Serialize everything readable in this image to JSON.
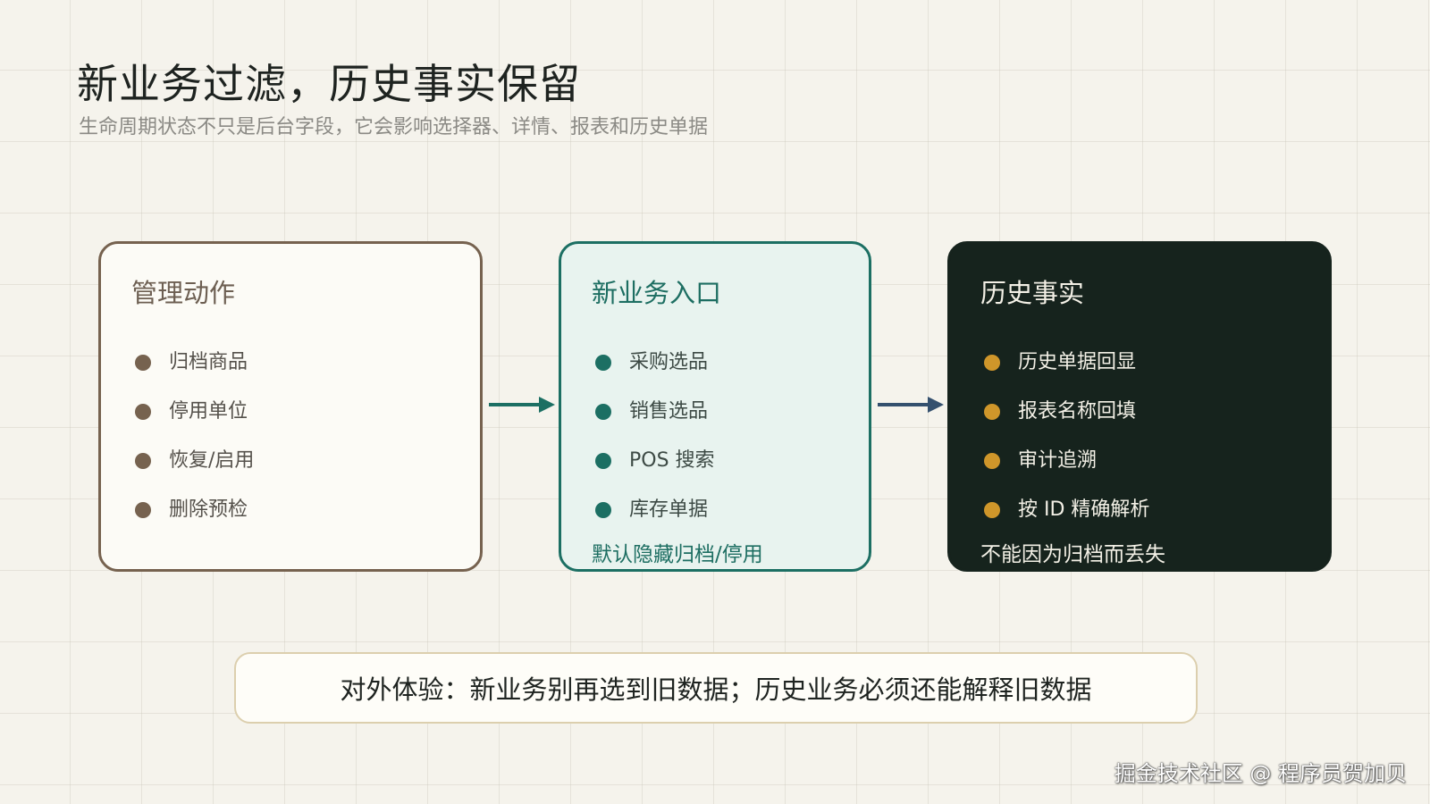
{
  "header": {
    "title": "新业务过滤，历史事实保留",
    "subtitle": "生命周期状态不只是后台字段，它会影响选择器、详情、报表和历史单据"
  },
  "cards": [
    {
      "title": "管理动作",
      "items": [
        "归档商品",
        "停用单位",
        "恢复/启用",
        "删除预检"
      ],
      "note": ""
    },
    {
      "title": "新业务入口",
      "items": [
        "采购选品",
        "销售选品",
        "POS 搜索",
        "库存单据"
      ],
      "note": "默认隐藏归档/停用"
    },
    {
      "title": "历史事实",
      "items": [
        "历史单据回显",
        "报表名称回填",
        "审计追溯",
        "按 ID 精确解析"
      ],
      "note": "不能因为归档而丢失"
    }
  ],
  "bottom_banner": "对外体验：新业务别再选到旧数据；历史业务必须还能解释旧数据",
  "watermark": "掘金技术社区 @ 程序员贺加贝",
  "colors": {
    "background": "#f5f3ec",
    "card1_border": "#76624f",
    "card2_border": "#1c6f63",
    "card2_fill": "#e8f3ef",
    "card3_fill": "#16231d",
    "card3_dot": "#cf962a",
    "arrow1": "#1c6f63",
    "arrow2": "#34506e"
  }
}
